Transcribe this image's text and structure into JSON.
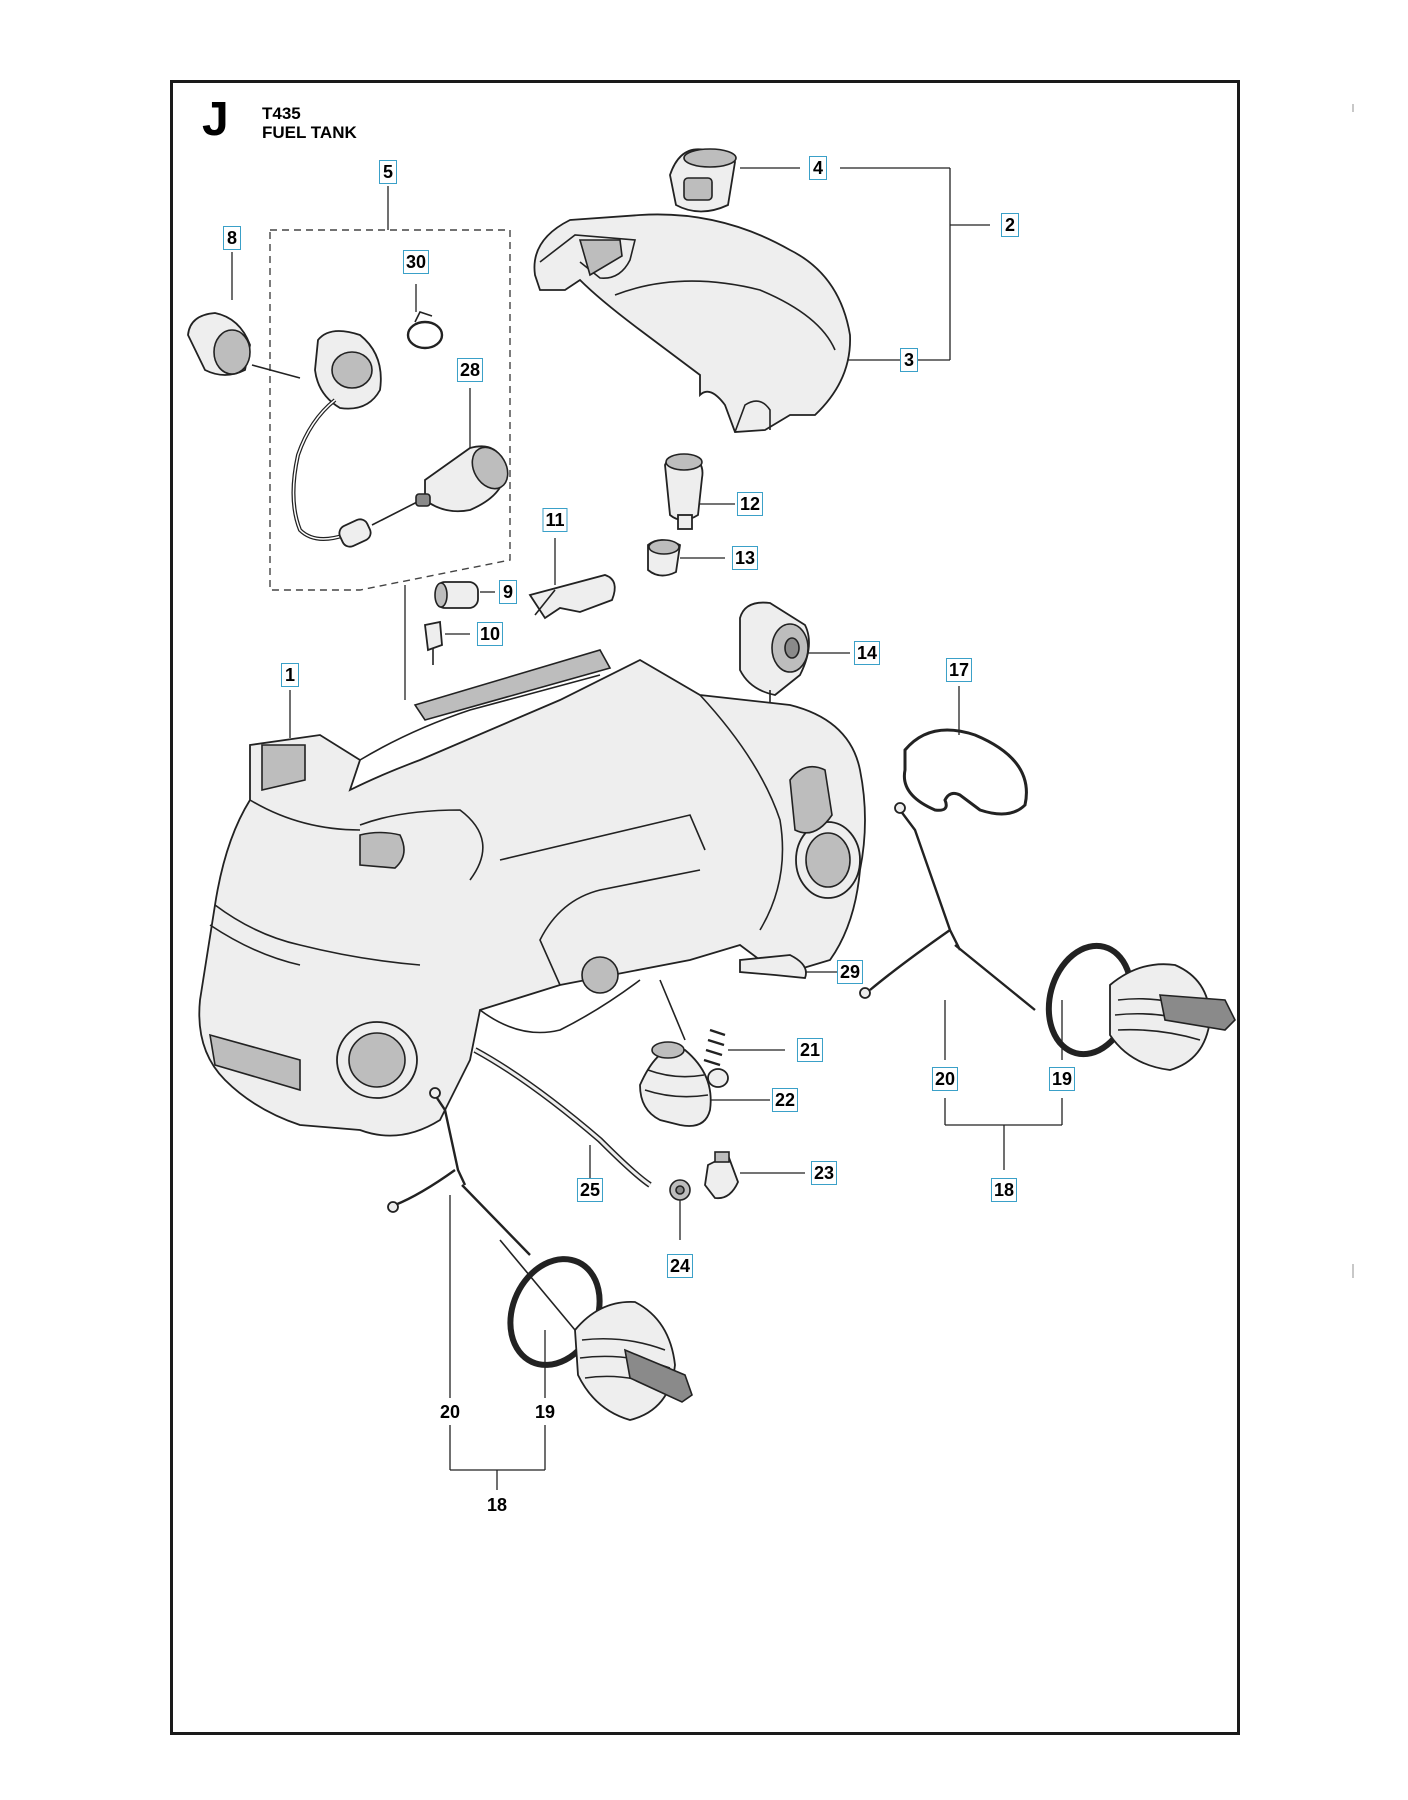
{
  "header": {
    "section_letter": "J",
    "model": "T435",
    "title": "FUEL TANK"
  },
  "callouts": [
    {
      "id": "c1",
      "label": "1",
      "boxed": true
    },
    {
      "id": "c2",
      "label": "2",
      "boxed": true
    },
    {
      "id": "c3",
      "label": "3",
      "boxed": true
    },
    {
      "id": "c4",
      "label": "4",
      "boxed": true
    },
    {
      "id": "c5",
      "label": "5",
      "boxed": true
    },
    {
      "id": "c8",
      "label": "8",
      "boxed": true
    },
    {
      "id": "c9",
      "label": "9",
      "boxed": true
    },
    {
      "id": "c10",
      "label": "10",
      "boxed": true
    },
    {
      "id": "c11",
      "label": "11",
      "boxed": true
    },
    {
      "id": "c12",
      "label": "12",
      "boxed": true
    },
    {
      "id": "c13",
      "label": "13",
      "boxed": true
    },
    {
      "id": "c14",
      "label": "14",
      "boxed": true
    },
    {
      "id": "c17",
      "label": "17",
      "boxed": true
    },
    {
      "id": "c18a",
      "label": "18",
      "boxed": true
    },
    {
      "id": "c19a",
      "label": "19",
      "boxed": true
    },
    {
      "id": "c20a",
      "label": "20",
      "boxed": true
    },
    {
      "id": "c21",
      "label": "21",
      "boxed": true
    },
    {
      "id": "c22",
      "label": "22",
      "boxed": true
    },
    {
      "id": "c23",
      "label": "23",
      "boxed": true
    },
    {
      "id": "c24",
      "label": "24",
      "boxed": true
    },
    {
      "id": "c25",
      "label": "25",
      "boxed": true
    },
    {
      "id": "c28",
      "label": "28",
      "boxed": true
    },
    {
      "id": "c29",
      "label": "29",
      "boxed": true
    },
    {
      "id": "c30",
      "label": "30",
      "boxed": true
    },
    {
      "id": "c18b",
      "label": "18",
      "boxed": false
    },
    {
      "id": "c19b",
      "label": "19",
      "boxed": false
    },
    {
      "id": "c20b",
      "label": "20",
      "boxed": false
    }
  ],
  "colors": {
    "frame": "#1a1a1a",
    "callout_box": "#3aa0c8",
    "line_art": "#222222",
    "part_fill": "#eeeeee",
    "shade": "#bdbdbd"
  }
}
